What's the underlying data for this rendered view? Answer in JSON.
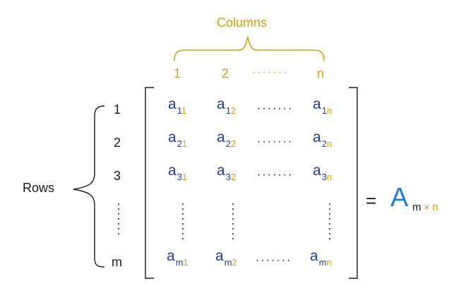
{
  "columns_label": "Columns",
  "rows_label": "Rows",
  "column_headers": [
    "1",
    "2",
    "·······",
    "n"
  ],
  "row_headers": [
    "1",
    "2",
    "3",
    "m"
  ],
  "matrix": {
    "rows": [
      [
        {
          "base": "a",
          "r": "1",
          "c": "1"
        },
        {
          "base": "a",
          "r": "1",
          "c": "2"
        },
        {
          "dots": "·······"
        },
        {
          "base": "a",
          "r": "1",
          "c": "n"
        }
      ],
      [
        {
          "base": "a",
          "r": "2",
          "c": "1"
        },
        {
          "base": "a",
          "r": "2",
          "c": "2"
        },
        {
          "dots": "·······"
        },
        {
          "base": "a",
          "r": "2",
          "c": "n"
        }
      ],
      [
        {
          "base": "a",
          "r": "3",
          "c": "1"
        },
        {
          "base": "a",
          "r": "3",
          "c": "2"
        },
        {
          "dots": "·······"
        },
        {
          "base": "a",
          "r": "3",
          "c": "n"
        }
      ],
      [
        {
          "base": "a",
          "r": "m",
          "c": "1"
        },
        {
          "base": "a",
          "r": "m",
          "c": "2"
        },
        {
          "dots": "·······"
        },
        {
          "base": "a",
          "r": "m",
          "c": "n"
        }
      ]
    ]
  },
  "equals": "=",
  "result": {
    "symbol": "A",
    "m": "m",
    "times": "×",
    "n": "n"
  },
  "colors": {
    "blue": "#1f3fa0",
    "orange": "#e29a0a",
    "accent_blue": "#1f7fd0",
    "dark": "#1a1a1a"
  }
}
